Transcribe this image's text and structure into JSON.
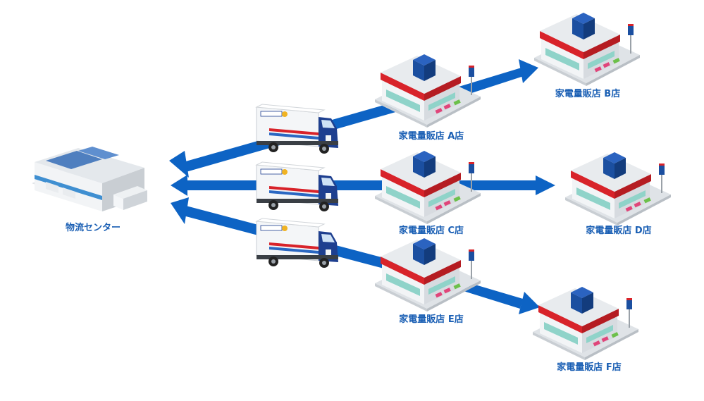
{
  "colors": {
    "arrow": "#0d63c4",
    "label": "#1a5fb4",
    "store_roof": "#e8ebee",
    "store_band": "#d8232a",
    "store_cube": "#1b4fa0",
    "truck_cab": "#1e3f8f",
    "truck_stripe_red": "#d8232a",
    "truck_stripe_blue": "#2a67c2"
  },
  "center": {
    "label": "物流センター",
    "icon": "warehouse-icon"
  },
  "stores": [
    {
      "id": "A",
      "label": "家電量販店 A店",
      "icon": "store-icon"
    },
    {
      "id": "B",
      "label": "家電量販店 B店",
      "icon": "store-icon"
    },
    {
      "id": "C",
      "label": "家電量販店 C店",
      "icon": "store-icon"
    },
    {
      "id": "D",
      "label": "家電量販店 D店",
      "icon": "store-icon"
    },
    {
      "id": "E",
      "label": "家電量販店 E店",
      "icon": "store-icon"
    },
    {
      "id": "F",
      "label": "家電量販店 F店",
      "icon": "store-icon"
    }
  ],
  "trucks": [
    {
      "id": "truck-top",
      "icon": "truck-icon"
    },
    {
      "id": "truck-middle",
      "icon": "truck-icon"
    },
    {
      "id": "truck-bottom",
      "icon": "truck-icon"
    }
  ]
}
